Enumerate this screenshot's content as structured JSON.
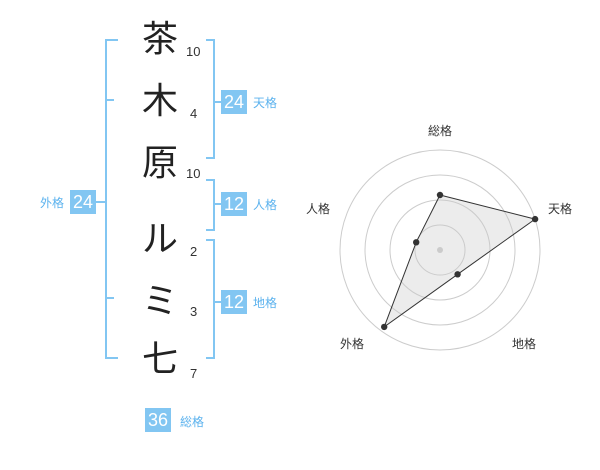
{
  "colors": {
    "bracket": "#82c6f2",
    "badge_text": "#ffffff",
    "label": "#5bb2ee",
    "char": "#222222"
  },
  "characters": [
    {
      "char": "茶",
      "strokes": "10"
    },
    {
      "char": "木",
      "strokes": "4"
    },
    {
      "char": "原",
      "strokes": "10"
    },
    {
      "char": "ル",
      "strokes": "2"
    },
    {
      "char": "ミ",
      "strokes": "3"
    },
    {
      "char": "七",
      "strokes": "7"
    }
  ],
  "fortunes": {
    "tenkaku": {
      "label": "天格",
      "value": "24"
    },
    "jinkaku": {
      "label": "人格",
      "value": "12"
    },
    "chikaku": {
      "label": "地格",
      "value": "12"
    },
    "gaikaku": {
      "label": "外格",
      "value": "24"
    },
    "soukaku": {
      "label": "総格",
      "value": "36"
    }
  },
  "chart_data": {
    "type": "radar",
    "axes": [
      "総格",
      "天格",
      "地格",
      "外格",
      "人格"
    ],
    "values": [
      0.55,
      1.0,
      0.3,
      0.95,
      0.25
    ],
    "rings": 4,
    "grid": true
  }
}
